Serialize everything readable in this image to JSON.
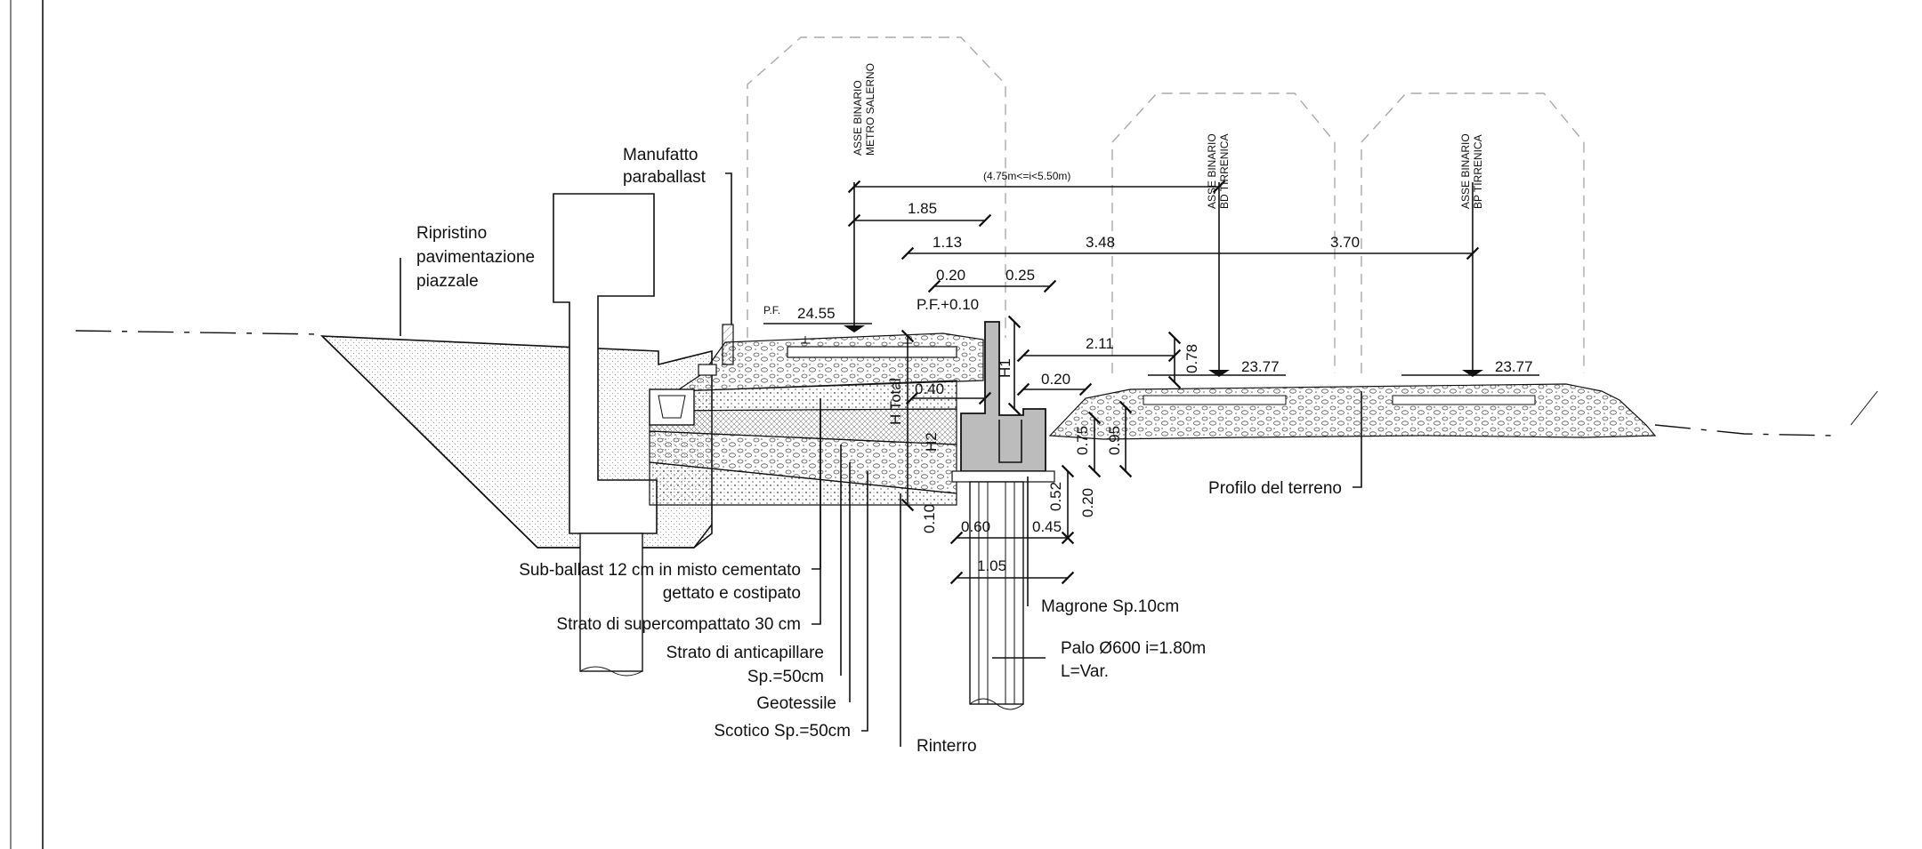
{
  "labels": {
    "ripristino": [
      "Ripristino",
      "pavimentazione",
      "piazzale"
    ],
    "manufatto": [
      "Manufatto",
      "paraballast"
    ],
    "sub_ballast": [
      "Sub-ballast 12 cm in misto cementato",
      "gettato e costipato"
    ],
    "supercompattato": "Strato di supercompattato 30 cm",
    "anticapillare": [
      "Strato di anticapillare",
      "Sp.=50cm"
    ],
    "geotessile": "Geotessile",
    "scotico": "Scotico Sp.=50cm",
    "rinterro": "Rinterro",
    "magrone": "Magrone Sp.10cm",
    "palo": [
      "Palo Ø600 i=1.80m",
      "L=Var."
    ],
    "profilo": "Profilo del terreno",
    "asse_salerno": [
      "ASSE BINARIO",
      "METRO SALERNO"
    ],
    "asse_bd": [
      "ASSE BINARIO",
      "BD TIRRENICA"
    ],
    "asse_bp": [
      "ASSE BINARIO",
      "BP TIRRENICA"
    ]
  },
  "dimensions": {
    "interasse": "(4.75m<=i<5.50m)",
    "d185": "1.85",
    "d113": "1.13",
    "d348": "3.48",
    "d370": "3.70",
    "d020a": "0.20",
    "d025": "0.25",
    "pf": "P.F.",
    "pf_value": "24.55",
    "pf_plus": "P.F.+0.10",
    "d211": "2.11",
    "d078": "0.78",
    "rail_bd": "23.77",
    "rail_bp": "23.77",
    "d020b": "0.20",
    "d040": "0.40",
    "h1": "H1",
    "htotal": "H Total",
    "h2": "H2",
    "d075": "0.75",
    "d095": "0.95",
    "d052": "0.52",
    "d020c": "0.20",
    "d010": "0.10",
    "d060": "0.60",
    "d045": "0.45",
    "d105": "1.05"
  }
}
